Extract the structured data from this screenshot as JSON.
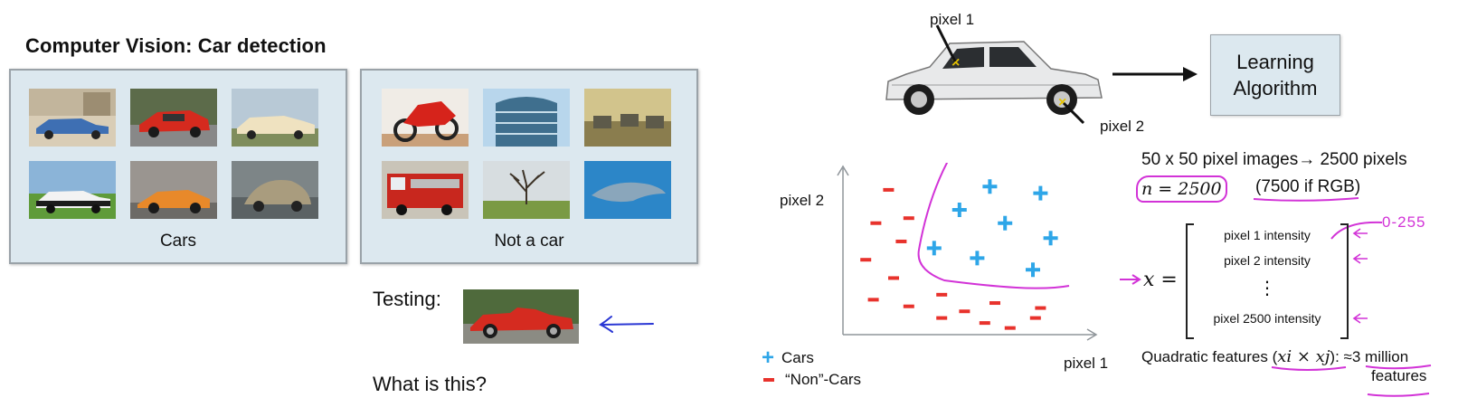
{
  "slide": {
    "title": "Computer Vision: Car detection",
    "cars_panel_label": "Cars",
    "notcars_panel_label": "Not a car",
    "testing_label": "Testing:",
    "question_label": "What is this?",
    "algorithm_box": "Learning\nAlgorithm",
    "pixel1_callout": "pixel 1",
    "pixel2_callout": "pixel 2"
  },
  "chart_data": {
    "type": "scatter",
    "xlabel": "pixel 1",
    "ylabel": "pixel 2",
    "legend": [
      {
        "name": "Cars",
        "marker": "+",
        "color": "#2ea6e8"
      },
      {
        "name": "“Non”-Cars",
        "marker": "-",
        "color": "#e8322c"
      }
    ],
    "legend_position": "bottom-left",
    "grid": false,
    "xlim": [
      0,
      10
    ],
    "ylim": [
      0,
      10
    ],
    "series": [
      {
        "name": "Cars",
        "x": [
          5.8,
          4.6,
          7.8,
          6.4,
          3.6,
          8.2,
          5.3,
          7.5
        ],
        "y": [
          8.9,
          7.5,
          8.5,
          6.7,
          5.2,
          5.8,
          4.6,
          3.9
        ]
      },
      {
        "name": "“Non”-Cars",
        "x": [
          1.8,
          2.6,
          1.3,
          2.3,
          0.9,
          2.0,
          1.2,
          2.6,
          3.9,
          6.0,
          4.8,
          7.6,
          3.9,
          5.6,
          6.6,
          7.8
        ],
        "y": [
          8.7,
          7.0,
          6.7,
          5.6,
          4.5,
          3.4,
          2.1,
          1.7,
          2.4,
          1.9,
          1.4,
          1.0,
          1.0,
          0.7,
          0.4,
          1.6
        ]
      }
    ]
  },
  "feature_notes": {
    "line1": "50 x 50 pixel images→ 2500 pixels",
    "n_equation": "n = 2500",
    "rgb_note": "(7500 if RGB)",
    "x_symbol": "x =",
    "vector_rows": [
      "pixel 1 intensity",
      "pixel 2 intensity",
      "⋮",
      "pixel 2500 intensity"
    ],
    "range_note": "0-255",
    "quadratic_prefix": "Quadratic features (",
    "quadratic_math": "xi × xj",
    "quadratic_suffix": "): ≈3 million",
    "quadratic_suffix2": "features"
  },
  "colors": {
    "panel_bg": "#dce8ef",
    "cars_marker": "#2ea6e8",
    "noncars_marker": "#e8322c",
    "handwriting": "#d233d7",
    "arrow_blue": "#2a37d4"
  }
}
